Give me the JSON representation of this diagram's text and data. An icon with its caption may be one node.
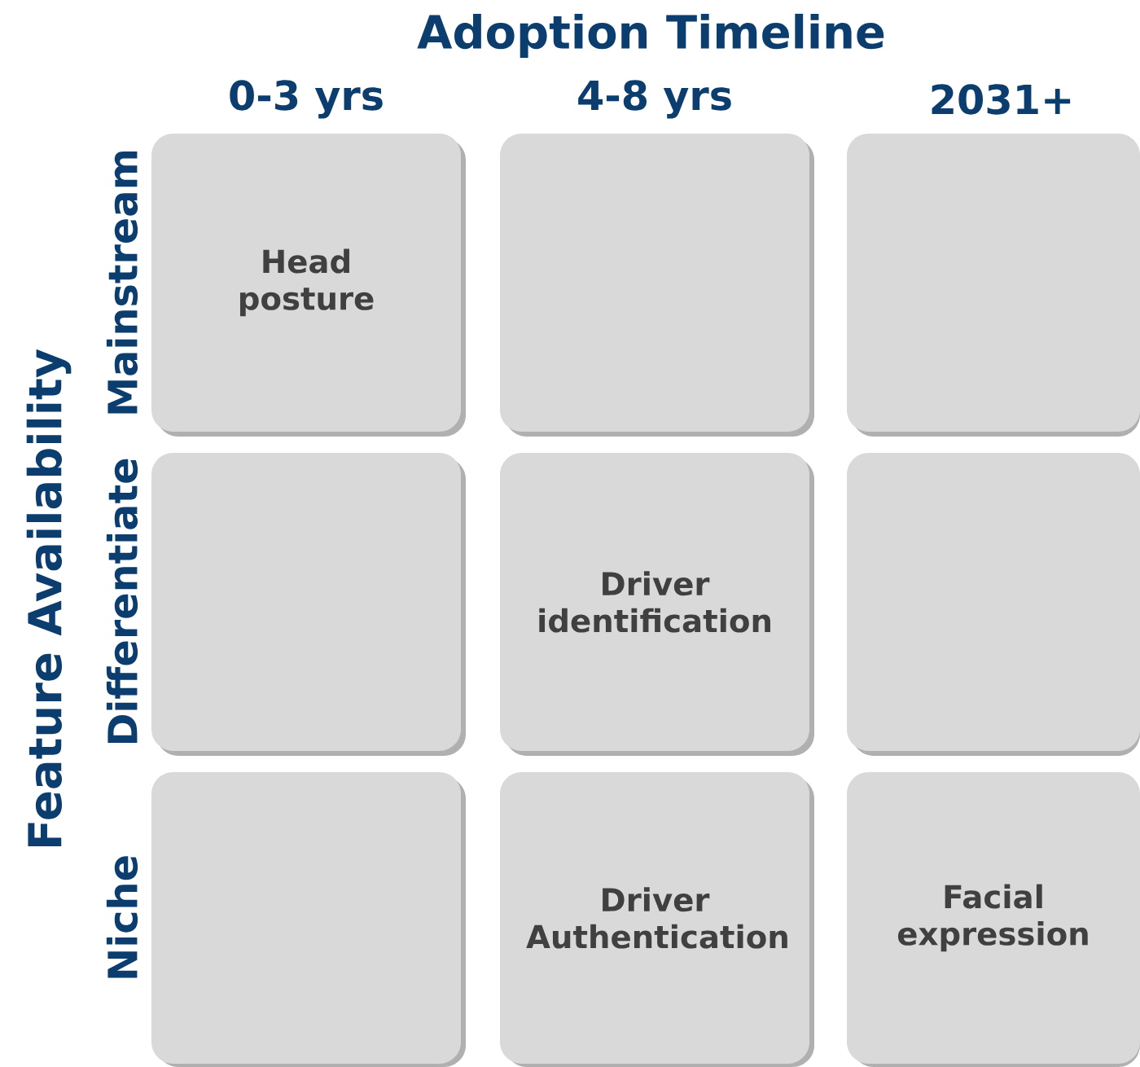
{
  "diagram": {
    "title": "Adoption Timeline",
    "nodes": [
      {
        "text": [
          "Head posture"
        ]
      },
      {
        "text": [],
        "shape": "box"
      },
      {
        "text": [],
        "shape": "box"
      },
      {
        "text": [],
        "shape": "box"
      },
      {
        "text": [
          "Driver identification"
        ]
      },
      {
        "text": [],
        "shape": "box"
      },
      {
        "text": [],
        "shape": "box"
      },
      {
        "text": [
          "Driver Authentication"
        ]
      },
      {
        "text": [
          "Facial expression"
        ]
      }
    ],
    "labels": [
      "0-3 yrs",
      "4-8 yrs",
      "2031+",
      "Mainstream",
      "Differentiate",
      "Niche",
      "Feature Availability"
    ]
  }
}
